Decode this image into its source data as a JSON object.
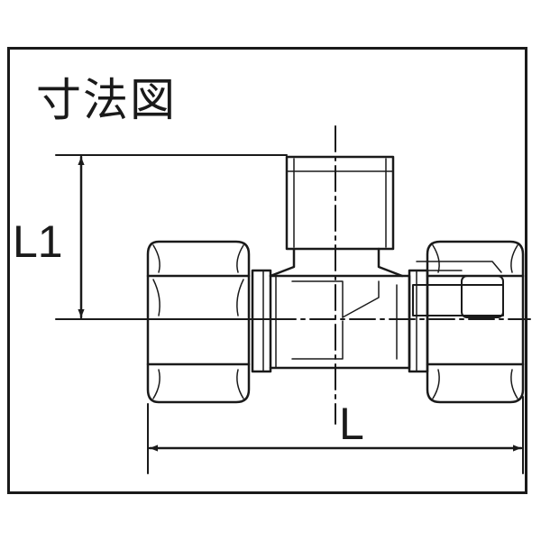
{
  "title": "寸法図",
  "dimensions": {
    "height_label": "L1",
    "length_label": "L"
  },
  "colors": {
    "line": "#1a1a1a",
    "background": "#ffffff"
  }
}
